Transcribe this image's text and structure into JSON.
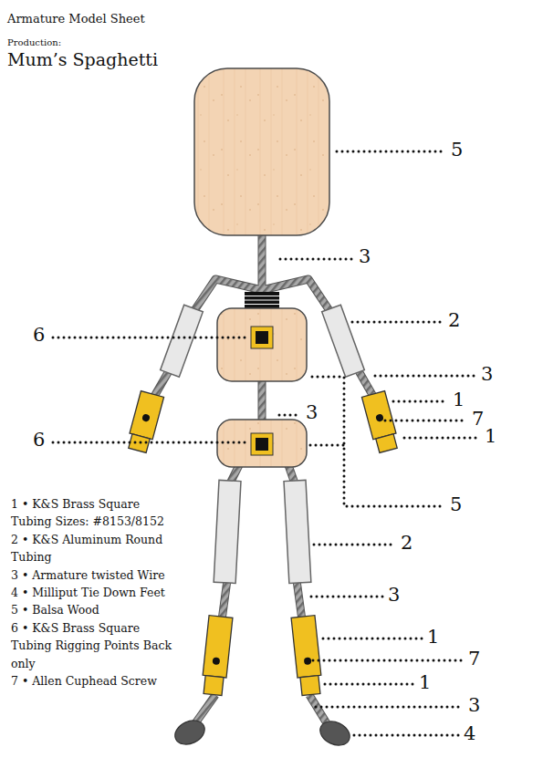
{
  "diagram": {
    "title": "Armature Model Sheet",
    "labels": [
      "Production:",
      "Mum’s Spaghetti",
      "5",
      "3",
      "6",
      "2",
      "3",
      "1",
      "7",
      "6",
      "3",
      "1",
      "5",
      "2",
      "3",
      "1",
      "7",
      "1",
      "3",
      "4",
      "1 • K&S Brass Square Tubing Sizes: #8153/8152",
      "2 • K&S Aluminum Round Tubing",
      "3 • Armature twisted Wire",
      "4 • Milliput Tie Down Feet",
      "5 • Balsa Wood",
      "6 • K&S Brass Square Tubing Rigging Points Back only",
      "7 • Allen Cuphead Screw"
    ]
  }
}
